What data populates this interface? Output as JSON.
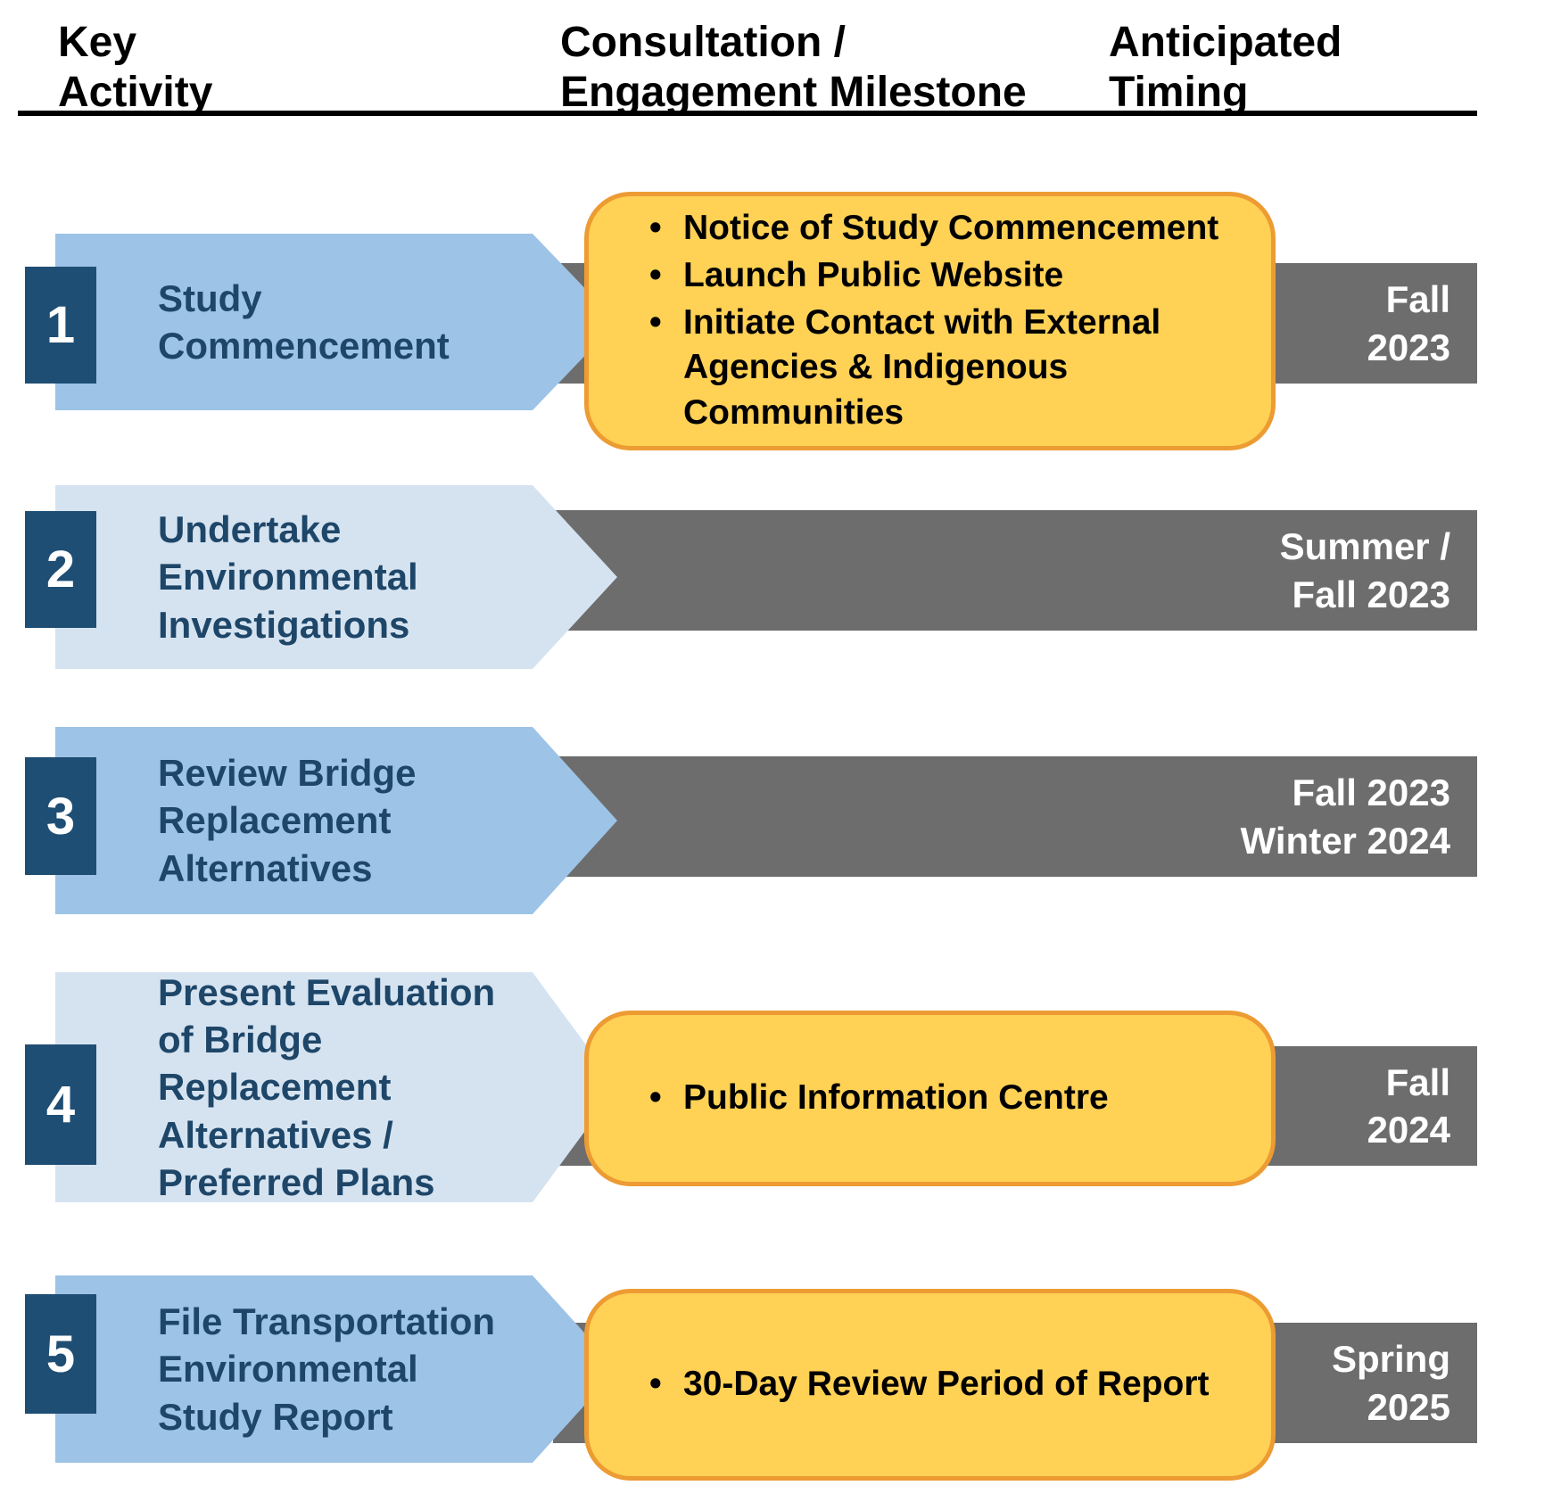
{
  "header": {
    "col_key_activity": "Key\nActivity",
    "col_milestone": "Consultation /\nEngagement Milestone",
    "col_timing": "Anticipated\nTiming"
  },
  "colors": {
    "step_square": "#1F4E74",
    "arrow_medium_blue": "#9DC3E6",
    "arrow_light_blue": "#D5E3F1",
    "milestone_fill": "#FFD155",
    "milestone_border": "#ED9B33",
    "timing_bar": "#6D6D6D"
  },
  "rows": [
    {
      "number": "1",
      "activity": "Study\nCommencement",
      "timing": "Fall\n2023",
      "bullet_marker": "•",
      "bullets": [
        "Notice of Study Commencement",
        "Launch Public Website",
        "Initiate Contact with External Agencies & Indigenous Communities"
      ]
    },
    {
      "number": "2",
      "activity": "Undertake\nEnvironmental\nInvestigations",
      "timing": "Summer /\nFall 2023",
      "bullets": []
    },
    {
      "number": "3",
      "activity": "Review Bridge\nReplacement\nAlternatives",
      "timing": "Fall 2023\nWinter 2024",
      "bullets": []
    },
    {
      "number": "4",
      "activity": "Present Evaluation\nof Bridge\nReplacement\nAlternatives /\nPreferred Plans",
      "timing": "Fall\n2024",
      "bullet_marker": "•",
      "bullets": [
        "Public Information Centre"
      ]
    },
    {
      "number": "5",
      "activity": "File Transportation\nEnvironmental\nStudy Report",
      "timing": "Spring\n2025",
      "bullet_marker": "•",
      "bullets": [
        "30-Day Review Period of Report"
      ]
    }
  ]
}
